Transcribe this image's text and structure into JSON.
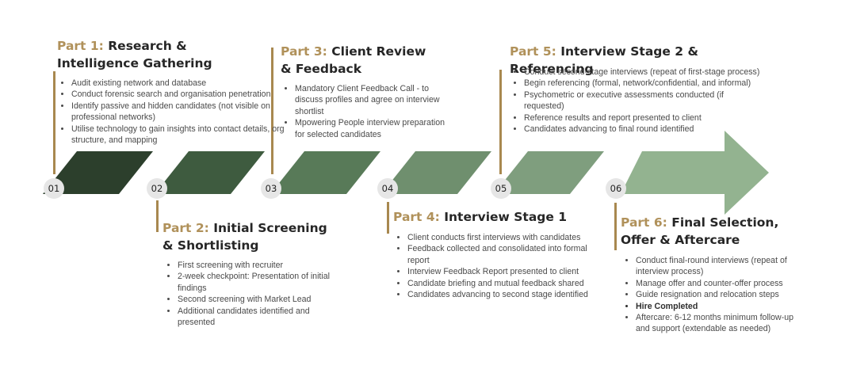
{
  "colors": {
    "accent": "#a8884f",
    "title_number": "#b0915a",
    "step1": "#2c3f2c",
    "step2": "#3e5b3f",
    "step3": "#587a58",
    "step4": "#6f8f6e",
    "step5": "#7f9e7e",
    "step6_arrow": "#93b390",
    "number_circle": "#e6e6e6"
  },
  "parts": [
    {
      "number": "01",
      "part_label": "Part 1:",
      "title": "Research & Intelligence Gathering",
      "items": [
        "Audit existing network and database",
        "Conduct forensic search and organisation penetration",
        "Identify passive and hidden candidates (not visible on professional networks)",
        "Utilise technology to gain insights into contact details, org structure, and mapping"
      ]
    },
    {
      "number": "02",
      "part_label": "Part 2:",
      "title": "Initial Screening & Shortlisting",
      "items": [
        "First screening with recruiter",
        "2-week checkpoint: Presentation of initial findings",
        "Second screening with Market Lead",
        "Additional candidates identified and presented"
      ]
    },
    {
      "number": "03",
      "part_label": "Part 3:",
      "title": "Client Review & Feedback",
      "items": [
        "Mandatory Client Feedback Call - to discuss profiles and agree on interview shortlist",
        "Mpowering People interview preparation for selected candidates"
      ]
    },
    {
      "number": "04",
      "part_label": "Part 4:",
      "title": "Interview Stage 1",
      "items": [
        "Client conducts first interviews with candidates",
        "Feedback collected and consolidated into formal report",
        "Interview Feedback Report presented to client",
        "Candidate briefing and mutual feedback shared",
        "Candidates advancing to second stage identified"
      ]
    },
    {
      "number": "05",
      "part_label": "Part 5:",
      "title": "Interview Stage 2 & Referencing",
      "items": [
        "Conduct second-stage interviews (repeat of first-stage process)",
        "Begin referencing (formal, network/confidential, and informal)",
        "Psychometric or executive assessments conducted (if requested)",
        "Reference results and report presented to client",
        "Candidates advancing to final round identified"
      ]
    },
    {
      "number": "06",
      "part_label": "Part 6:",
      "title": "Final Selection, Offer & Aftercare",
      "items": [
        "Conduct final-round interviews (repeat of interview process)",
        "Manage offer and counter-offer process",
        "Guide resignation and relocation steps",
        "Hire Completed",
        "Aftercare: 6-12 months minimum follow-up and support (extendable as needed)"
      ],
      "bold_item": "Hire Completed"
    }
  ]
}
